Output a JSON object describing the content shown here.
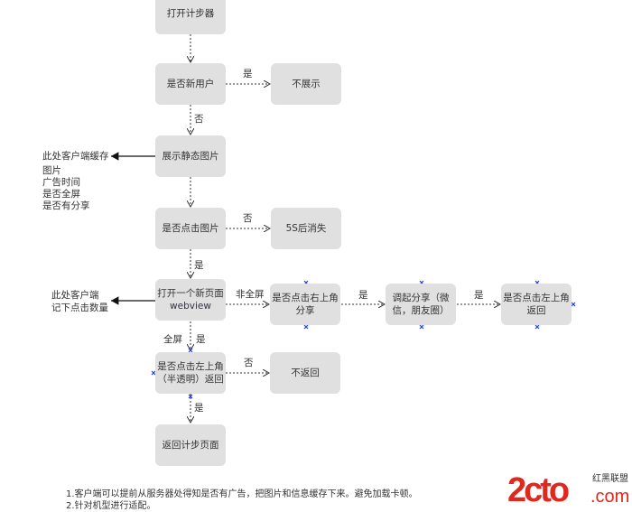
{
  "nodes": {
    "start": "打开计步器",
    "new_user": "是否新用户",
    "no_show": "不展示",
    "show_image": "展示静态图片",
    "click_image": "是否点击图片",
    "disappear": "5S后消失",
    "open_webview_line1": "打开一个新页面",
    "open_webview_line2": "webview",
    "click_share": "是否点击右上角分享",
    "invoke_share": "调起分享（微信，朋友圈）",
    "click_back_right": "是否点击左上角返回",
    "click_back_half": "是否点击左上角（半透明）返回",
    "no_return": "不返回",
    "return_page": "返回计步页面"
  },
  "edges": {
    "yes1": "是",
    "no1": "否",
    "no2": "否",
    "yes2": "是",
    "not_fullscreen": "非全屏",
    "yes3": "是",
    "yes4": "是",
    "fullscreen": "全屏",
    "yes5": "是",
    "no3": "否",
    "yes6": "是"
  },
  "notes": {
    "cache_title": "此处客户端缓存",
    "cache_items": [
      "图片",
      "广告时间",
      "是否全屏",
      "是否有分享"
    ],
    "count_line1": "此处客户端",
    "count_line2": "记下点击数量"
  },
  "footer": [
    "1.客户端可以提前从服务器处得知是否有广告，把图片和信息缓存下来。避免加载卡顿。",
    "2.针对机型进行适配。"
  ],
  "logo": {
    "main": "2cto",
    "sub1": "红黑联盟",
    "sub2": ".com",
    "color": "#e0281e"
  }
}
